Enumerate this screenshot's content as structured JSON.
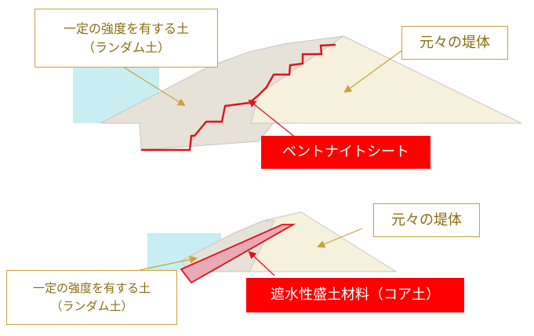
{
  "colors": {
    "water": "#c8eef2",
    "embankment": "#f6f1dc",
    "random_soil": "#e6e2d8",
    "edge": "#c9c7c3",
    "sheet": "#e01020",
    "core_fill": "#e8aab4",
    "callout_border": "#c9a23a",
    "callout_text": "#8a6d12",
    "arrow_gold": "#c9a23a",
    "arrow_red": "#e01020",
    "label_red": "#ff0000"
  },
  "top_diagram": {
    "random_soil_label": {
      "line1": "一定の強度を有する土",
      "line2": "（ランダム土）"
    },
    "embankment_label": "元々の堤体",
    "sheet_label": "ベントナイトシート"
  },
  "bottom_diagram": {
    "embankment_label": "元々の堤体",
    "random_soil_label": {
      "line1": "一定の強度を有する土",
      "line2": "（ランダム土）"
    },
    "core_label": "遮水性盛土材料（コア土）"
  }
}
